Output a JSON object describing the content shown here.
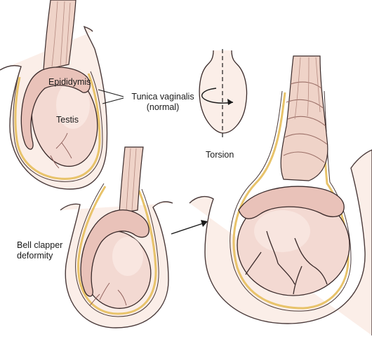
{
  "labels": {
    "epididymis": "Epididymis",
    "testis": "Testis",
    "tunica_line1": "Tunica vaginalis",
    "tunica_line2": "(normal)",
    "torsion": "Torsion",
    "bell_line1": "Bell clapper",
    "bell_line2": "deformity"
  },
  "colors": {
    "skin_fill": "#fbeee8",
    "skin_stroke": "#4a3a3a",
    "tunica_yellow": "#e8c36a",
    "testis_fill": "#f3d9d2",
    "testis_light": "#fae9e4",
    "epididymis_fill": "#e9c2b9",
    "cord_fill": "#efd3c8",
    "vessel": "#8a5a55",
    "outline": "#3a2a2a"
  }
}
